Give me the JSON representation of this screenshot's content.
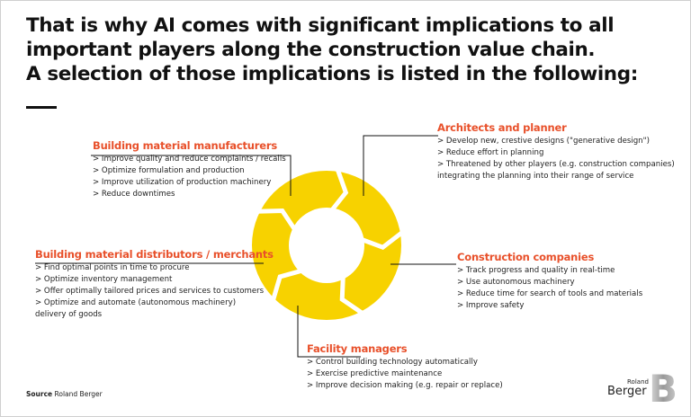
{
  "title": [
    "That is why AI comes with significant implications to all",
    "important players along the construction value chain.",
    "A selection of those implications is listed in the following:"
  ],
  "groups": {
    "manufacturers": {
      "heading": "Building material manufacturers",
      "items": [
        "> Improve quality and reduce complaints / recalls",
        "> Optimize formulation and production",
        "> Improve utilization of production machinery",
        "> Reduce downtimes"
      ]
    },
    "architects": {
      "heading": "Architects and planner",
      "items": [
        "> Develop new, crestive designs (\"generative design\")",
        "> Reduce effort in planning",
        "> Threatened by other players (e.g. construction companies)",
        "integrating the planning into their range of service"
      ]
    },
    "distributors": {
      "heading": "Building material distributors / merchants",
      "items": [
        "> Find optimal points in time to procure",
        "> Optimize inventory management",
        "> Offer optimally tailored prices and services to customers",
        "> Optimize and automate (autonomous machinery)",
        "delivery of goods"
      ]
    },
    "construction": {
      "heading": "Construction companies",
      "items": [
        "> Track progress and quality in real-time",
        "> Use autonomous machinery",
        "> Reduce time for search of tools and materials",
        "> Improve safety"
      ]
    },
    "facility": {
      "heading": "Facility managers",
      "items": [
        "> Control building technology automatically",
        "> Exercise predictive maintenance",
        "> Improve decision making (e.g. repair or replace)"
      ]
    }
  },
  "source": {
    "label": "Source",
    "value": "Roland Berger"
  },
  "logo": {
    "small": "Roland",
    "big": "Berger",
    "mark": "B"
  },
  "colors": {
    "ring": "#f7d200",
    "heading": "#e8502a"
  }
}
